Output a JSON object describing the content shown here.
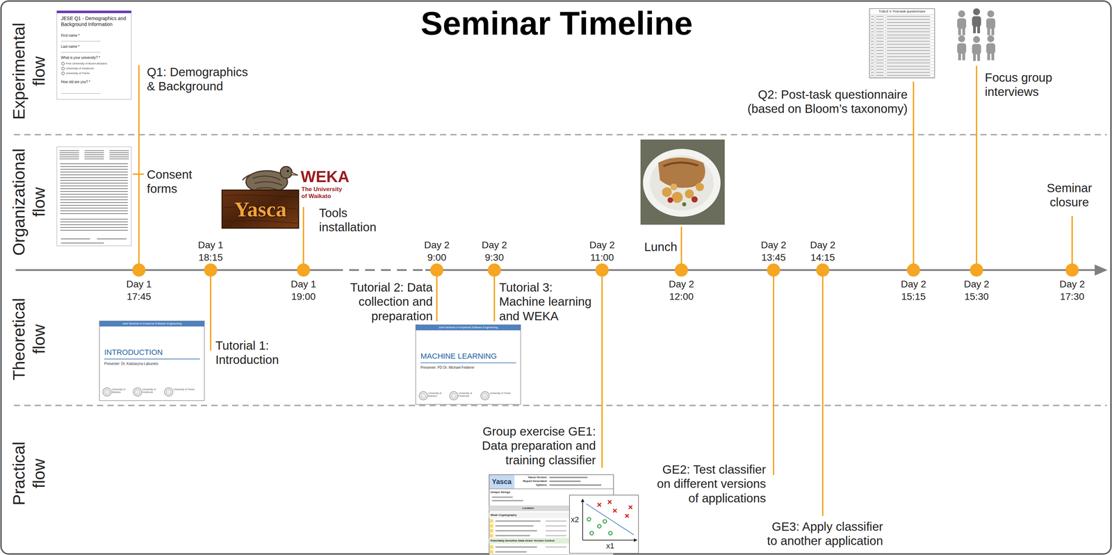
{
  "diagram": {
    "title": "Seminar Timeline",
    "nodes": [
      {
        "text": [
          "JESE Q1 - Demographics and Background Information",
          "First name *",
          "Last name *",
          "What is your university? *",
          "Free University of Bozen-Bolzano",
          "University of Innsbruck",
          "University of Trento",
          "How old are you? *"
        ]
      },
      {
        "text": [
          "WEKA",
          "The University of Waikato"
        ]
      },
      {
        "text": [
          "Yasca"
        ]
      },
      {
        "text": [
          "Joint Seminar in Empirical Software Engineering",
          "INTRODUCTION",
          "Presenter: Dr. Katsiaryna Labunets",
          "University of Bolzano",
          "University of Innsbruck",
          "University of Trento"
        ]
      },
      {
        "text": [
          "Joint Seminar in Empirical Software Engineering",
          "MACHINE LEARNING",
          "Presenter: PD Dr. Michael Felderer",
          "University of Bolzano",
          "University of Innsbruck",
          "University of Trento"
        ]
      },
      {
        "text": [
          "TABLE II: Post-task questionnaire"
        ]
      },
      {
        "text": [
          "Yasca",
          "Yasca Version:",
          "Report Generated:",
          "Options:",
          "Unique Strings",
          "Location",
          "Weak Cryptography",
          "Potentially Sensitive Data Under Version Control"
        ]
      }
    ],
    "labels": [
      "Experimental flow",
      "Organizational flow",
      "Theoretical flow",
      "Practical flow",
      "Q1: Demographics & Background",
      "Consent forms",
      "Tools installation",
      "Tutorial 1: Introduction",
      "Tutorial 2: Data collection and preparation",
      "Tutorial 3: Machine learning and WEKA",
      "Group exercise GE1: Data preparation and training classifier",
      "Lunch",
      "GE2: Test classifier on different versions of applications",
      "GE3: Apply classifier to another application",
      "Q2: Post-task questionnaire (based on Bloom’s taxonomy)",
      "Focus group interviews",
      "Seminar closure",
      "Day 1 17:45",
      "Day 1 18:15",
      "Day 1 19:00",
      "Day 2 9:00",
      "Day 2 9:30",
      "Day 2 11:00",
      "Day 2 12:00",
      "Day 2 13:45",
      "Day 2 14:15",
      "Day 2 15:15",
      "Day 2 15:30",
      "Day 2 17:30",
      "x2",
      "x1"
    ]
  }
}
